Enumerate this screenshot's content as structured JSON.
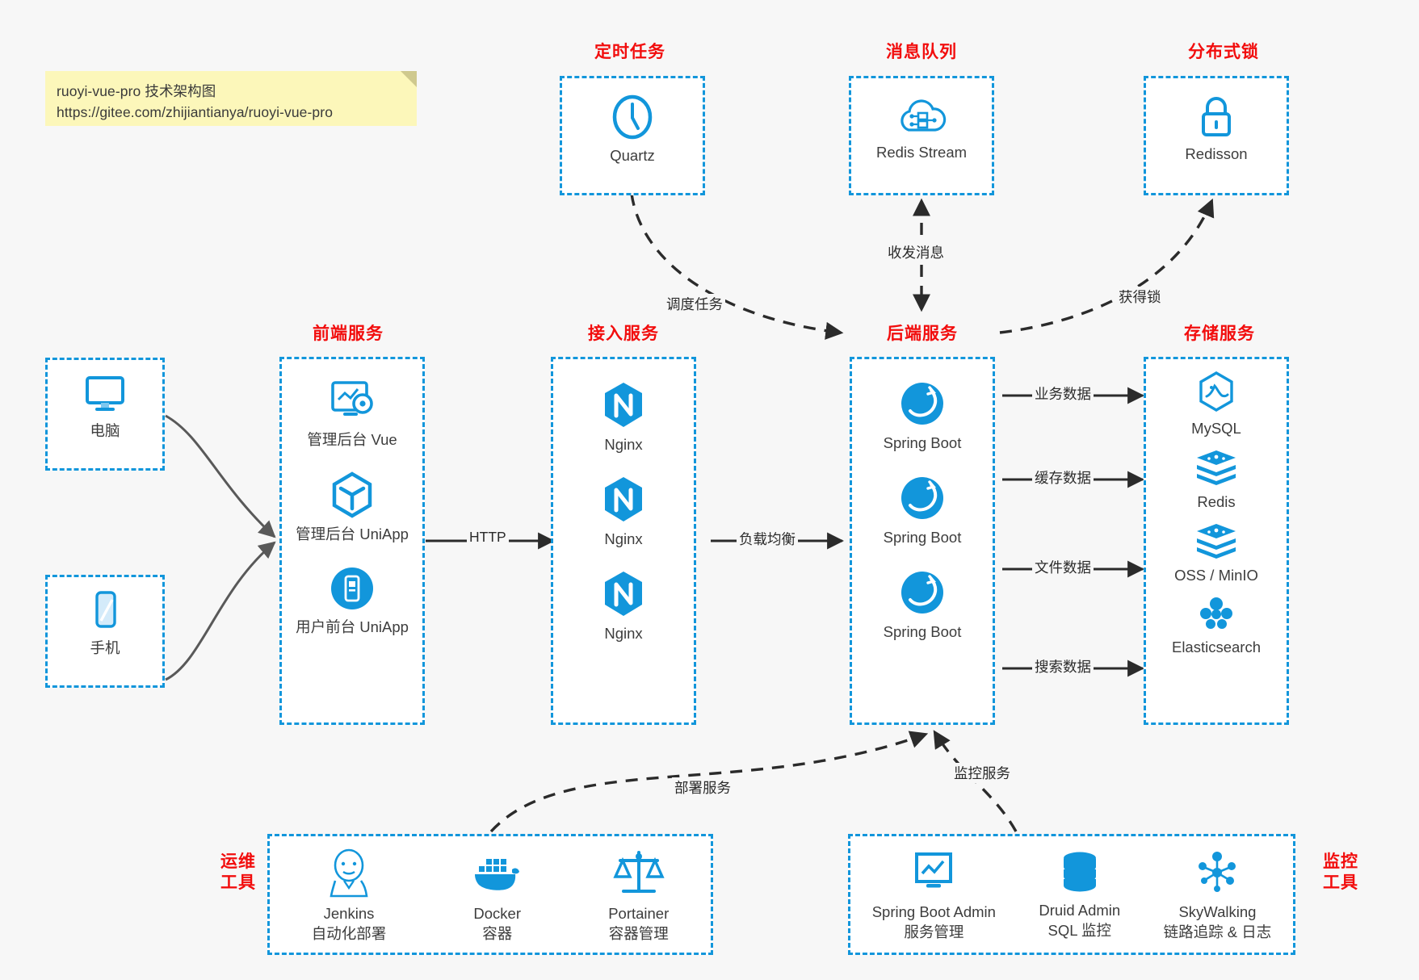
{
  "note": {
    "line1": "ruoyi-vue-pro 技术架构图",
    "line2": "https://gitee.com/zhijiantianya/ruoyi-vue-pro"
  },
  "colors": {
    "accent": "#1296db",
    "title_red": "#f20d0d",
    "background": "#f7f7f7",
    "note_bg": "#fcf7ba",
    "edge": "#2b2b2b",
    "client_edge": "#595959"
  },
  "groups": {
    "scheduler": {
      "title": "定时任务",
      "nodes": [
        {
          "label": "Quartz",
          "icon": "clock-icon"
        }
      ]
    },
    "mq": {
      "title": "消息队列",
      "nodes": [
        {
          "label": "Redis Stream",
          "icon": "cloud-stream-icon"
        }
      ]
    },
    "lock": {
      "title": "分布式锁",
      "nodes": [
        {
          "label": "Redisson",
          "icon": "lock-icon"
        }
      ]
    },
    "clients": {
      "nodes": [
        {
          "label": "电脑",
          "icon": "monitor-icon"
        },
        {
          "label": "手机",
          "icon": "phone-icon"
        }
      ]
    },
    "frontend": {
      "title": "前端服务",
      "nodes": [
        {
          "label": "管理后台 Vue",
          "icon": "dashboard-icon"
        },
        {
          "label": "管理后台 UniApp",
          "icon": "cube-icon"
        },
        {
          "label": "用户前台 UniApp",
          "icon": "mobile-app-icon"
        }
      ]
    },
    "gateway": {
      "title": "接入服务",
      "nodes": [
        {
          "label": "Nginx",
          "icon": "nginx-icon"
        },
        {
          "label": "Nginx",
          "icon": "nginx-icon"
        },
        {
          "label": "Nginx",
          "icon": "nginx-icon"
        }
      ]
    },
    "backend": {
      "title": "后端服务",
      "nodes": [
        {
          "label": "Spring Boot",
          "icon": "spring-icon"
        },
        {
          "label": "Spring Boot",
          "icon": "spring-icon"
        },
        {
          "label": "Spring Boot",
          "icon": "spring-icon"
        }
      ]
    },
    "storage": {
      "title": "存储服务",
      "nodes": [
        {
          "label": "MySQL",
          "icon": "mysql-icon"
        },
        {
          "label": "Redis",
          "icon": "redis-icon"
        },
        {
          "label": "OSS / MinIO",
          "icon": "oss-icon"
        },
        {
          "label": "Elasticsearch",
          "icon": "elasticsearch-icon"
        }
      ]
    },
    "ops": {
      "title_line1": "运维",
      "title_line2": "工具",
      "nodes": [
        {
          "label": "Jenkins",
          "sub": "自动化部署",
          "icon": "jenkins-icon"
        },
        {
          "label": "Docker",
          "sub": "容器",
          "icon": "docker-icon"
        },
        {
          "label": "Portainer",
          "sub": "容器管理",
          "icon": "scales-icon"
        }
      ]
    },
    "monitor": {
      "title_line1": "监控",
      "title_line2": "工具",
      "nodes": [
        {
          "label": "Spring Boot Admin",
          "sub": "服务管理",
          "icon": "monitor-chart-icon"
        },
        {
          "label": "Druid Admin",
          "sub": "SQL 监控",
          "icon": "database-icon"
        },
        {
          "label": "SkyWalking",
          "sub": "链路追踪 & 日志",
          "icon": "network-node-icon"
        }
      ]
    }
  },
  "edges": [
    {
      "id": "e-http",
      "label": "HTTP",
      "from": "frontend",
      "to": "gateway"
    },
    {
      "id": "e-lb",
      "label": "负载均衡",
      "from": "gateway",
      "to": "backend"
    },
    {
      "id": "e-schedule",
      "label": "调度任务",
      "from": "scheduler",
      "to": "backend"
    },
    {
      "id": "e-mq",
      "label": "收发消息",
      "from": "mq",
      "to": "backend"
    },
    {
      "id": "e-lock",
      "label": "获得锁",
      "from": "backend",
      "to": "lock"
    },
    {
      "id": "e-biz",
      "label": "业务数据",
      "from": "backend",
      "to": "storage"
    },
    {
      "id": "e-cache",
      "label": "缓存数据",
      "from": "backend",
      "to": "storage"
    },
    {
      "id": "e-file",
      "label": "文件数据",
      "from": "backend",
      "to": "storage"
    },
    {
      "id": "e-search",
      "label": "搜索数据",
      "from": "backend",
      "to": "storage"
    },
    {
      "id": "e-deploy",
      "label": "部署服务",
      "from": "ops",
      "to": "backend"
    },
    {
      "id": "e-observe",
      "label": "监控服务",
      "from": "monitor",
      "to": "backend"
    }
  ]
}
